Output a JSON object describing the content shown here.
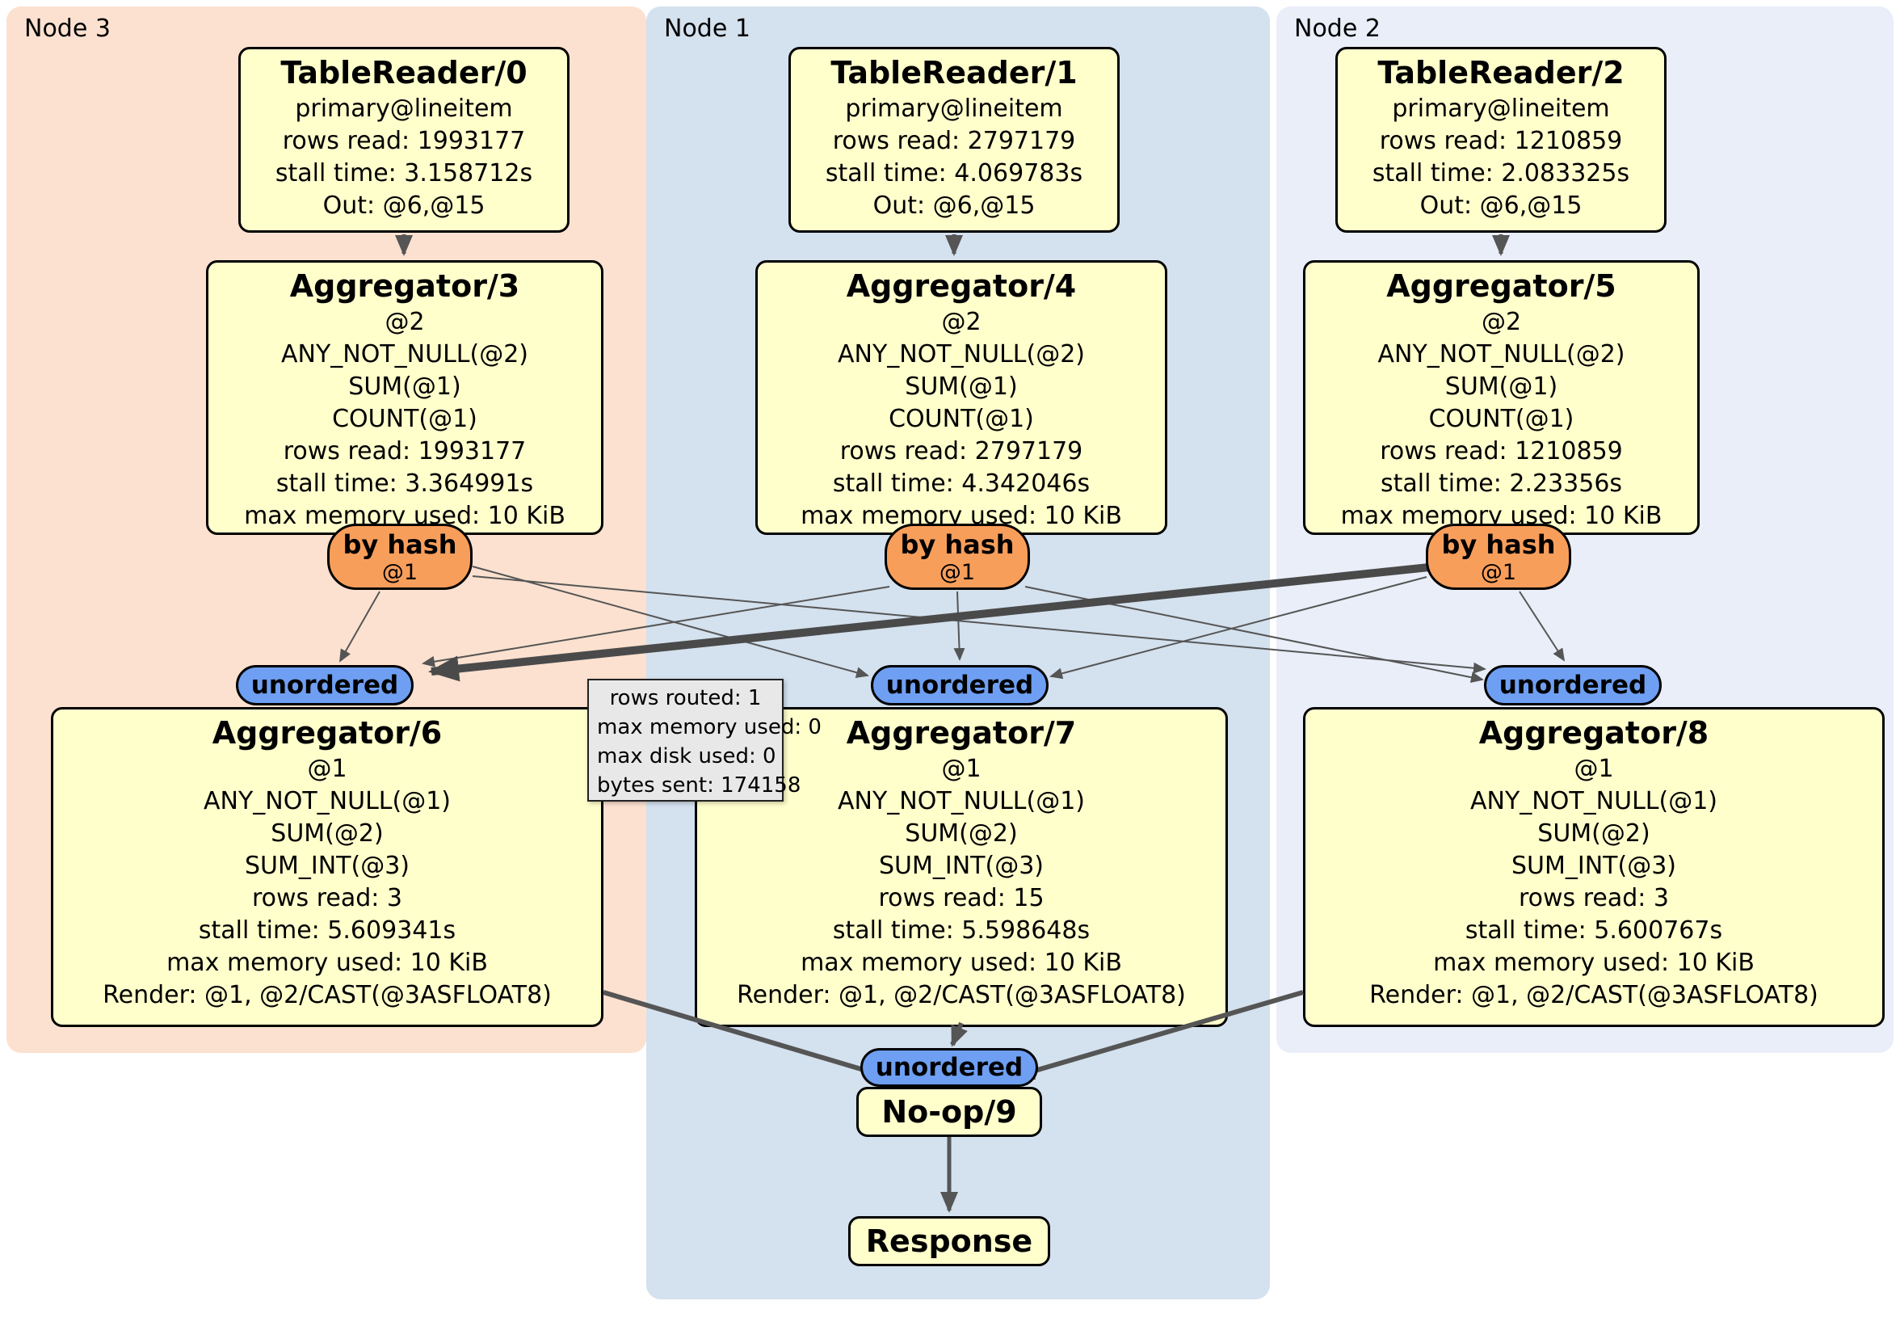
{
  "regions": {
    "node3": {
      "label": "Node 3"
    },
    "node1": {
      "label": "Node 1"
    },
    "node2": {
      "label": "Node 2"
    }
  },
  "processors": {
    "tr0": {
      "title": "TableReader/0",
      "lines": [
        "primary@lineitem",
        "rows read: 1993177",
        "stall time: 3.158712s",
        "Out: @6,@15"
      ]
    },
    "tr1": {
      "title": "TableReader/1",
      "lines": [
        "primary@lineitem",
        "rows read: 2797179",
        "stall time: 4.069783s",
        "Out: @6,@15"
      ]
    },
    "tr2": {
      "title": "TableReader/2",
      "lines": [
        "primary@lineitem",
        "rows read: 1210859",
        "stall time: 2.083325s",
        "Out: @6,@15"
      ]
    },
    "agg3": {
      "title": "Aggregator/3",
      "lines": [
        "@2",
        "ANY_NOT_NULL(@2)",
        "SUM(@1)",
        "COUNT(@1)",
        "rows read: 1993177",
        "stall time: 3.364991s",
        "max memory used: 10 KiB"
      ]
    },
    "agg4": {
      "title": "Aggregator/4",
      "lines": [
        "@2",
        "ANY_NOT_NULL(@2)",
        "SUM(@1)",
        "COUNT(@1)",
        "rows read: 2797179",
        "stall time: 4.342046s",
        "max memory used: 10 KiB"
      ]
    },
    "agg5": {
      "title": "Aggregator/5",
      "lines": [
        "@2",
        "ANY_NOT_NULL(@2)",
        "SUM(@1)",
        "COUNT(@1)",
        "rows read: 1210859",
        "stall time: 2.23356s",
        "max memory used: 10 KiB"
      ]
    },
    "agg6": {
      "title": "Aggregator/6",
      "lines": [
        "@1",
        "ANY_NOT_NULL(@1)",
        "SUM(@2)",
        "SUM_INT(@3)",
        "rows read: 3",
        "stall time: 5.609341s",
        "max memory used: 10 KiB",
        "Render: @1, @2/CAST(@3ASFLOAT8)"
      ]
    },
    "agg7": {
      "title": "Aggregator/7",
      "lines": [
        "@1",
        "ANY_NOT_NULL(@1)",
        "SUM(@2)",
        "SUM_INT(@3)",
        "rows read: 15",
        "stall time: 5.598648s",
        "max memory used: 10 KiB",
        "Render: @1, @2/CAST(@3ASFLOAT8)"
      ]
    },
    "agg8": {
      "title": "Aggregator/8",
      "lines": [
        "@1",
        "ANY_NOT_NULL(@1)",
        "SUM(@2)",
        "SUM_INT(@3)",
        "rows read: 3",
        "stall time: 5.600767s",
        "max memory used: 10 KiB",
        "Render: @1, @2/CAST(@3ASFLOAT8)"
      ]
    },
    "noop": {
      "title": "No-op/9"
    },
    "response": {
      "title": "Response"
    }
  },
  "routers": {
    "label": "by hash",
    "expr": "@1"
  },
  "syncs": {
    "label": "unordered"
  },
  "edge_tooltip": {
    "lines": [
      "rows routed: 1",
      "max memory used: 0",
      "max disk used: 0",
      "bytes sent: 174158"
    ]
  },
  "colors": {
    "region_node3": "#fce1d0",
    "region_node1": "#d4e1ee",
    "region_node2": "#e9eef9",
    "box_fill": "#ffffcc",
    "router_fill": "#f89e5b",
    "sync_fill": "#6e9ff2",
    "edge": "#555555",
    "edge_thick": "#4a4a4a",
    "tooltip_bg": "#e8e8e8"
  }
}
